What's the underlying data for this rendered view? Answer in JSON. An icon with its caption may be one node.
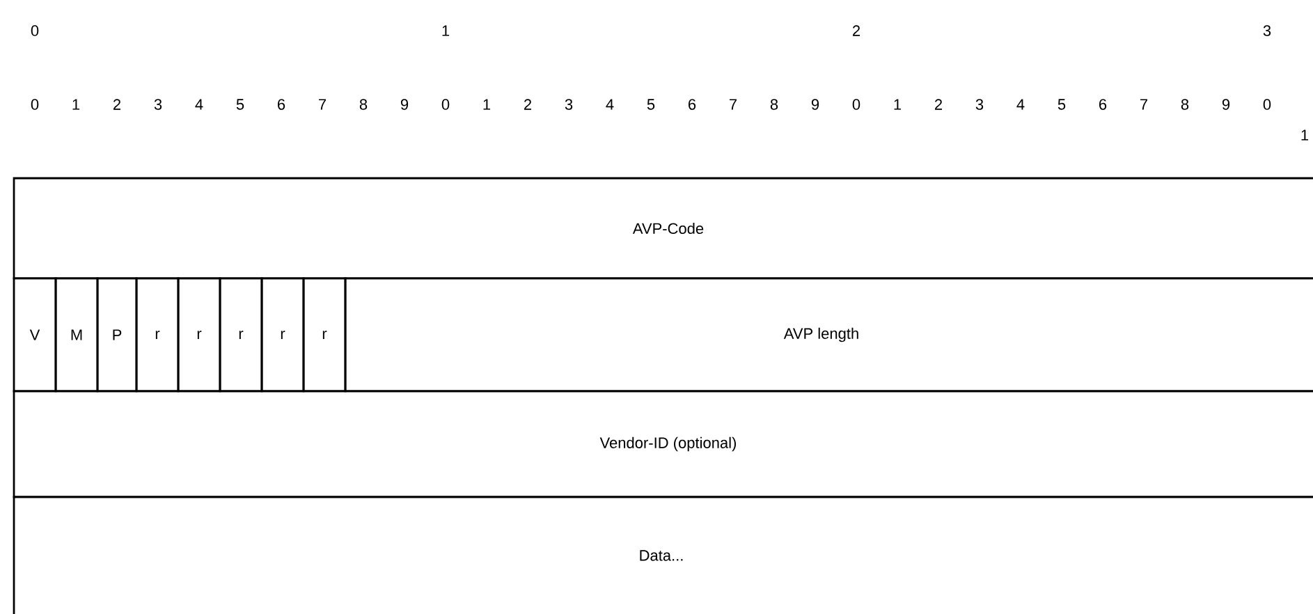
{
  "diagram": {
    "nodes": [
      {
        "text": [
          "AVP-Code"
        ]
      },
      {
        "text": [
          "V"
        ]
      },
      {
        "text": [
          "M"
        ]
      },
      {
        "text": [
          "P"
        ]
      },
      {
        "text": [
          "r"
        ]
      },
      {
        "text": [
          "r"
        ]
      },
      {
        "text": [
          "r"
        ]
      },
      {
        "text": [
          "r"
        ]
      },
      {
        "text": [
          "r"
        ]
      },
      {
        "text": [
          "AVP length"
        ]
      },
      {
        "text": [
          "Vendor-ID (optional)"
        ]
      },
      {
        "text": [
          "Data..."
        ]
      }
    ],
    "labels": [
      "0",
      "1",
      "2",
      "3",
      "0",
      "1",
      "2",
      "3",
      "4",
      "5",
      "6",
      "7",
      "8",
      "9",
      "0",
      "1",
      "2",
      "3",
      "4",
      "5",
      "6",
      "7",
      "8",
      "9",
      "0",
      "1",
      "2",
      "3",
      "4",
      "5",
      "6",
      "7",
      "8",
      "9",
      "0",
      "1"
    ]
  }
}
